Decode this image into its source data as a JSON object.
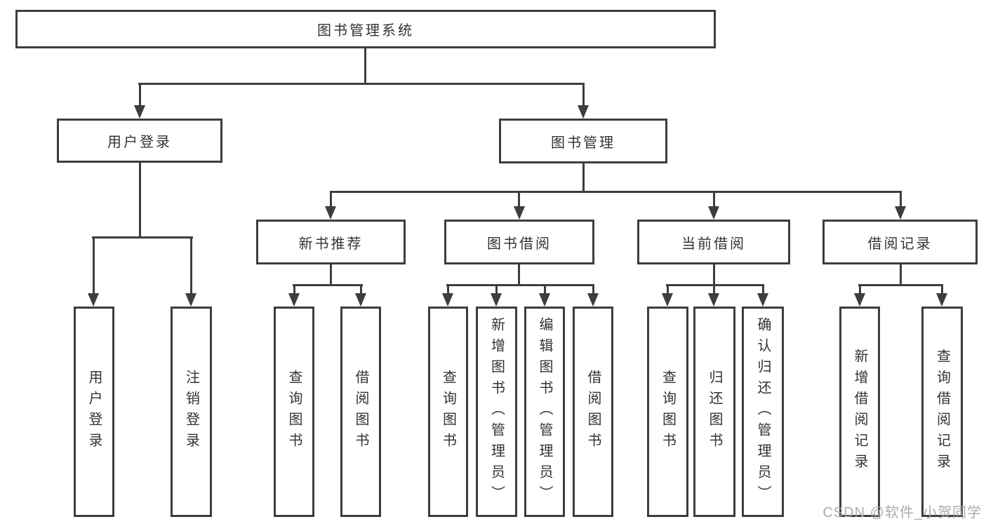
{
  "diagram": {
    "root": {
      "id": "library-management-system",
      "label": "图书管理系统"
    },
    "level1": [
      {
        "id": "user-login",
        "label": "用户登录"
      },
      {
        "id": "book-management",
        "label": "图书管理"
      }
    ],
    "level2": [
      {
        "id": "new-book-recommend",
        "label": "新书推荐",
        "parent": "book-management"
      },
      {
        "id": "book-borrowing",
        "label": "图书借阅",
        "parent": "book-management"
      },
      {
        "id": "current-borrowing",
        "label": "当前借阅",
        "parent": "book-management"
      },
      {
        "id": "borrowing-records",
        "label": "借阅记录",
        "parent": "book-management"
      }
    ],
    "leaves": [
      {
        "id": "leaf-user-login",
        "label": "用户登录",
        "parent": "user-login"
      },
      {
        "id": "leaf-logout",
        "label": "注销登录",
        "parent": "user-login"
      },
      {
        "id": "leaf-query-books-1",
        "label": "查询图书",
        "parent": "new-book-recommend"
      },
      {
        "id": "leaf-borrow-books-1",
        "label": "借阅图书",
        "parent": "new-book-recommend"
      },
      {
        "id": "leaf-query-books-2",
        "label": "查询图书",
        "parent": "book-borrowing"
      },
      {
        "id": "leaf-add-books",
        "label": "新增图书（管理员）",
        "parent": "book-borrowing"
      },
      {
        "id": "leaf-edit-books",
        "label": "编辑图书（管理员）",
        "parent": "book-borrowing"
      },
      {
        "id": "leaf-borrow-books-2",
        "label": "借阅图书",
        "parent": "book-borrowing"
      },
      {
        "id": "leaf-query-books-3",
        "label": "查询图书",
        "parent": "current-borrowing"
      },
      {
        "id": "leaf-return-books",
        "label": "归还图书",
        "parent": "current-borrowing"
      },
      {
        "id": "leaf-confirm-return",
        "label": "确认归还（管理员）",
        "parent": "current-borrowing"
      },
      {
        "id": "leaf-add-borrow-record",
        "label": "新增借阅记录",
        "parent": "borrowing-records"
      },
      {
        "id": "leaf-query-borrow-record",
        "label": "查询借阅记录",
        "parent": "borrowing-records"
      }
    ]
  },
  "watermark": {
    "text": "CSDN @软件_小贺同学"
  },
  "colors": {
    "line": "#3d3d3d",
    "text": "#333333",
    "watermark": "#a8a8a8",
    "background": "#ffffff"
  }
}
